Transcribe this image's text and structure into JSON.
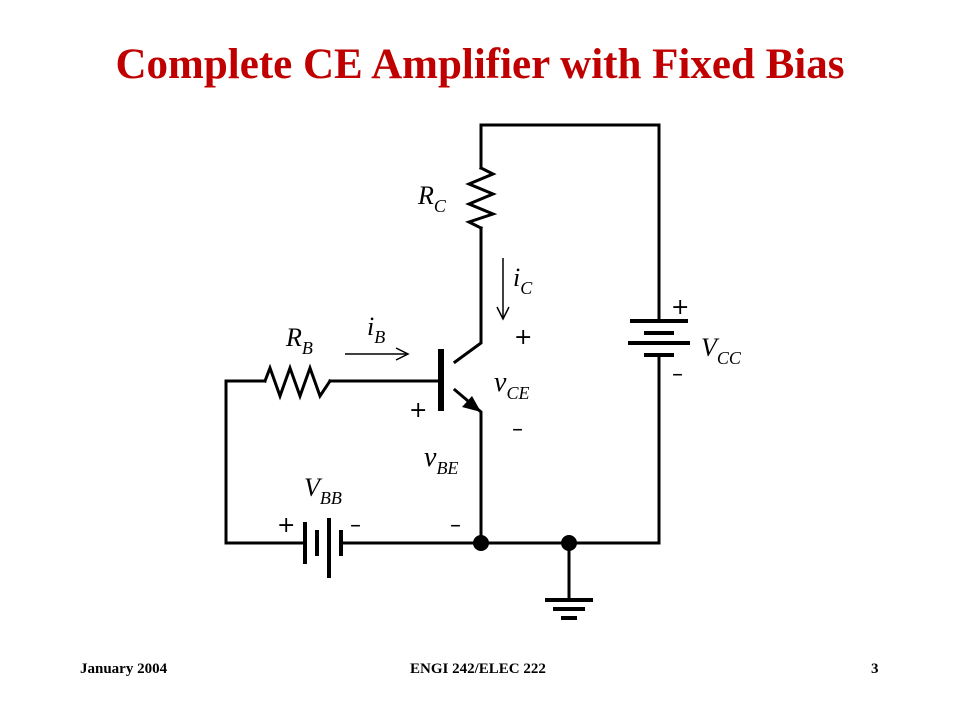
{
  "slide": {
    "title": "Complete CE Amplifier with Fixed Bias"
  },
  "diagram": {
    "labels": {
      "rc_main": "R",
      "rc_sub": "C",
      "rb_main": "R",
      "rb_sub": "B",
      "ib_main": "i",
      "ib_sub": "B",
      "ic_main": "i",
      "ic_sub": "C",
      "vce_main": "v",
      "vce_sub": "CE",
      "vbe_main": "v",
      "vbe_sub": "BE",
      "vcc_main": "V",
      "vcc_sub": "CC",
      "vbb_main": "V",
      "vbb_sub": "BB",
      "plus": "+",
      "minus": "–"
    }
  },
  "footer": {
    "date": "January 2004",
    "course": "ENGI 242/ELEC 222",
    "page": "3"
  }
}
